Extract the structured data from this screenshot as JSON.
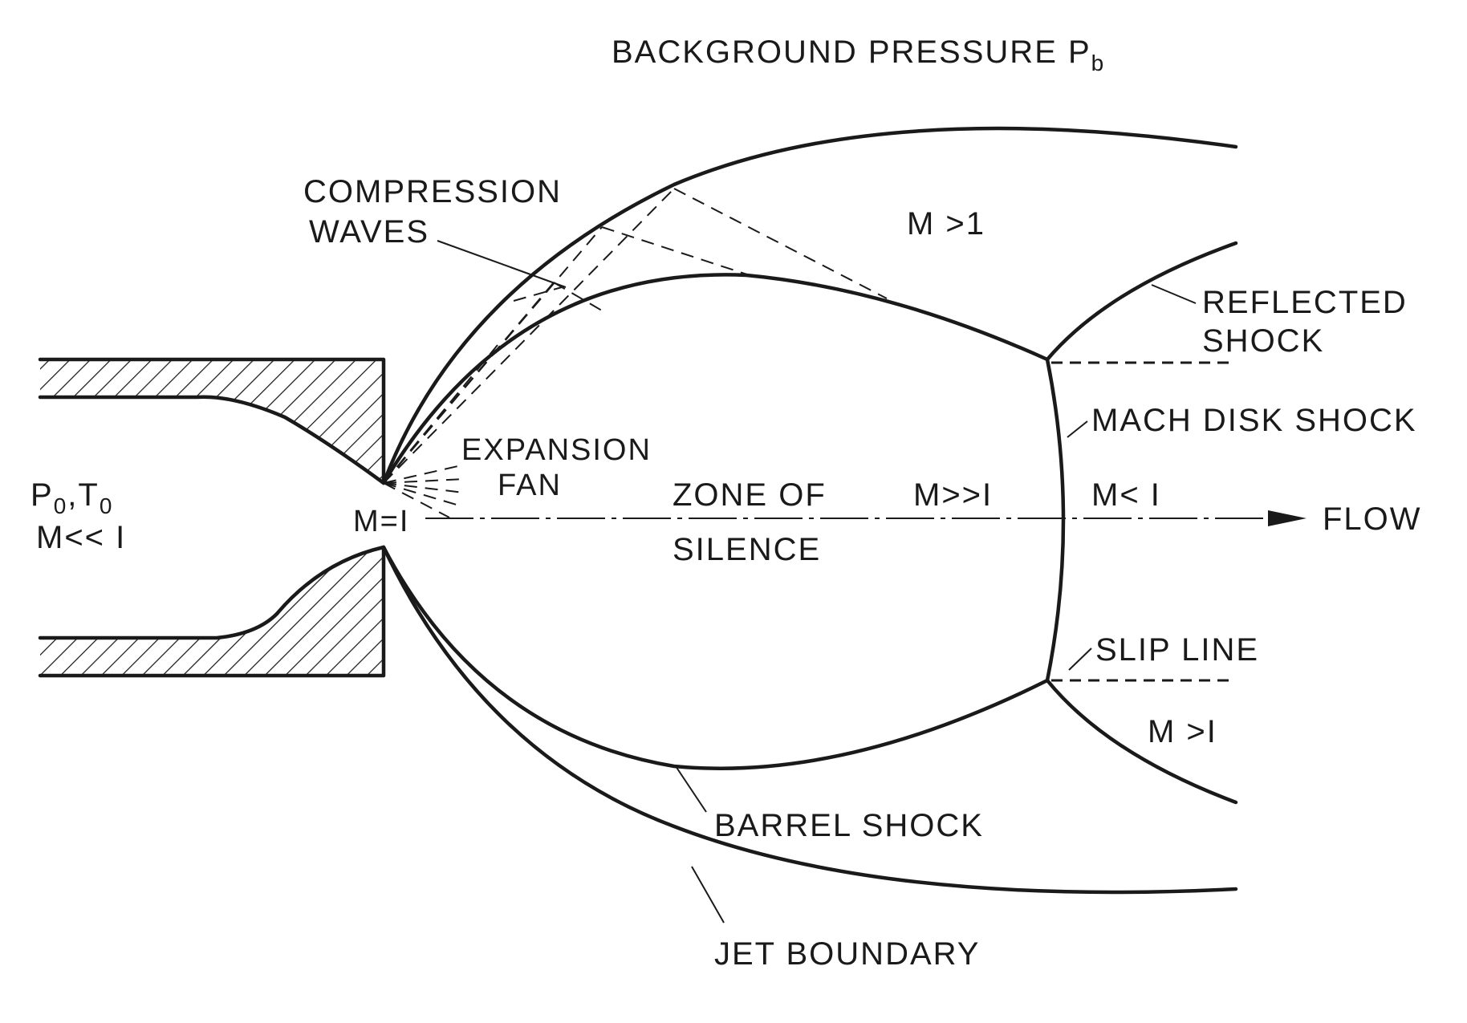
{
  "labels": {
    "background": "BACKGROUND PRESSURE P",
    "background_sub": "b",
    "compression_1": "COMPRESSION",
    "compression_2": "WAVES",
    "m_gt_1_top": "M >1",
    "reflected_1": "REFLECTED",
    "reflected_2": "SHOCK",
    "mach_disk": "MACH DISK SHOCK",
    "expansion_1": "EXPANSION",
    "expansion_2": "FAN",
    "p0": "P",
    "p0_sub": "0",
    "t0_sep": ",T",
    "t0_sub": "0",
    "m_ll_1": "M<< I",
    "m_eq_1": "M=I",
    "zone_1": "ZONE OF",
    "zone_2": "SILENCE",
    "m_gg_1": "M>>I",
    "m_lt_1": "M< I",
    "flow": "FLOW",
    "slip_line": "SLIP LINE",
    "m_gt_1_bottom": "M >I",
    "barrel_shock": "BARREL SHOCK",
    "jet_boundary": "JET BOUNDARY"
  }
}
